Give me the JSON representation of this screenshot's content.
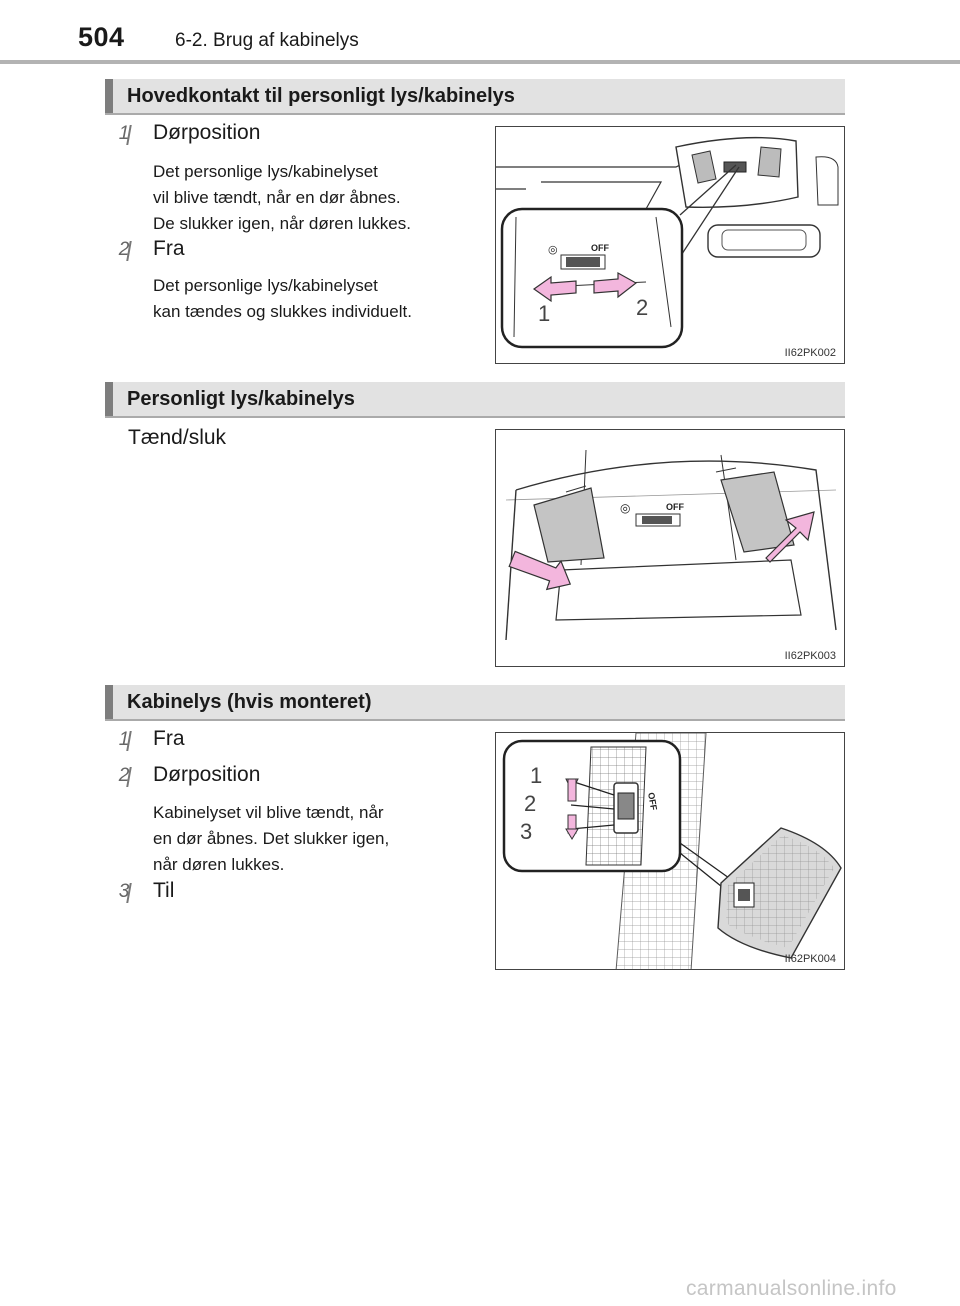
{
  "header": {
    "page_number": "504",
    "chapter": "6-2. Brug af kabinelys"
  },
  "sections": [
    {
      "title": "Hovedkontakt til personligt lys/kabinelys",
      "items": [
        {
          "number": "1",
          "title": "Dørposition",
          "desc": "Det personlige lys/kabinelyset\nvil blive tændt, når en dør åbnes.\nDe slukker igen, når døren lukkes."
        },
        {
          "number": "2",
          "title": "Fra",
          "desc": "Det personlige lys/kabinelyset\nkan tændes og slukkes individuelt."
        }
      ],
      "figure": {
        "code": "II62PK002",
        "switch_label": "OFF",
        "callouts": [
          "1",
          "2"
        ]
      }
    },
    {
      "title": "Personligt lys/kabinelys",
      "text": "Tænd/sluk",
      "figure": {
        "code": "II62PK003",
        "switch_label": "OFF"
      }
    },
    {
      "title": "Kabinelys (hvis monteret)",
      "items": [
        {
          "number": "1",
          "title": "Fra",
          "desc": ""
        },
        {
          "number": "2",
          "title": "Dørposition",
          "desc": "Kabinelyset vil blive tændt, når\nen dør åbnes. Det slukker igen,\nnår døren lukkes."
        },
        {
          "number": "3",
          "title": "Til",
          "desc": ""
        }
      ],
      "figure": {
        "code": "II62PK004",
        "switch_label": "OFF",
        "callouts": [
          "1",
          "2",
          "3"
        ]
      }
    }
  ],
  "watermark": "carmanualsonline.info",
  "colors": {
    "arrow_fill": "#f3b6dd",
    "arrow_stroke": "#333333",
    "section_bar": "#e2e2e2",
    "section_accent": "#7d7d7d"
  }
}
